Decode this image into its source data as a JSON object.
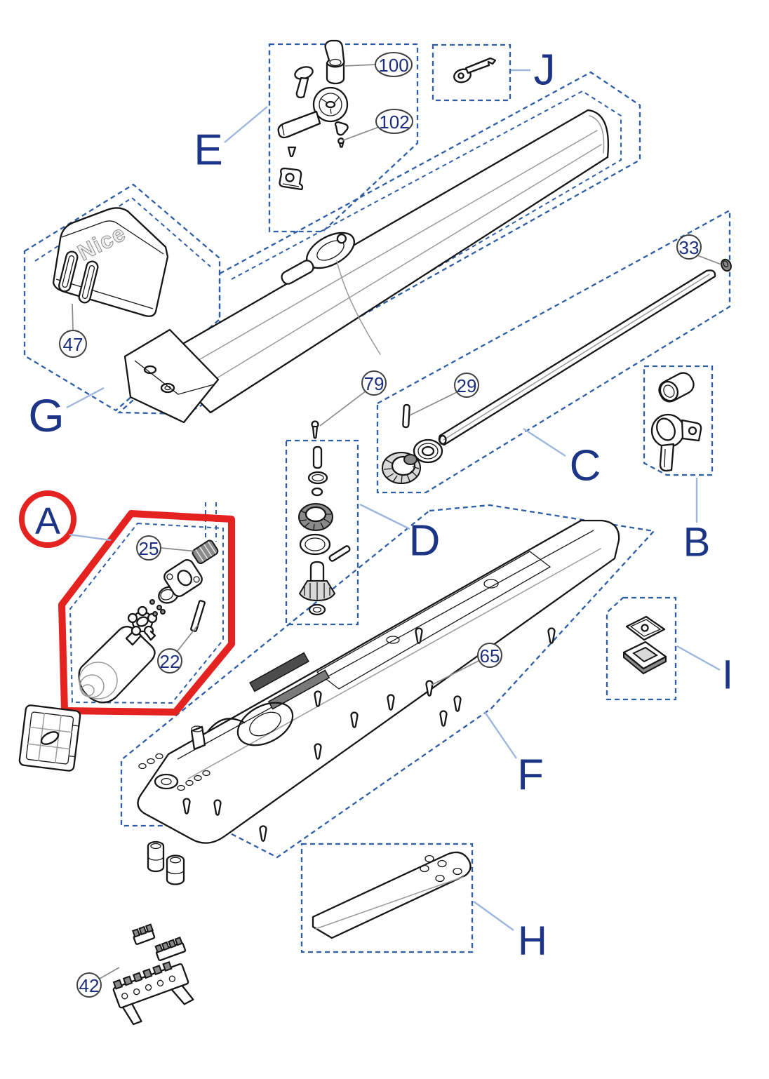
{
  "diagram": {
    "type": "exploded-parts-diagram",
    "brand_logo": "Nice",
    "highlighted_kit": "A",
    "colors": {
      "outline_blue": "#2e5ea8",
      "letter_navy": "#1c3587",
      "number_navy": "#1b2f7e",
      "highlight_red": "#e42320"
    },
    "kit_labels": {
      "A": "A",
      "B": "B",
      "C": "C",
      "D": "D",
      "E": "E",
      "F": "F",
      "G": "G",
      "H": "H",
      "I": "I",
      "J": "J"
    },
    "part_numbers": {
      "n100": "100",
      "n102": "102",
      "n33": "33",
      "n79": "79",
      "n29": "29",
      "n47": "47",
      "n25": "25",
      "n22": "22",
      "n65": "65",
      "n42": "42"
    }
  }
}
